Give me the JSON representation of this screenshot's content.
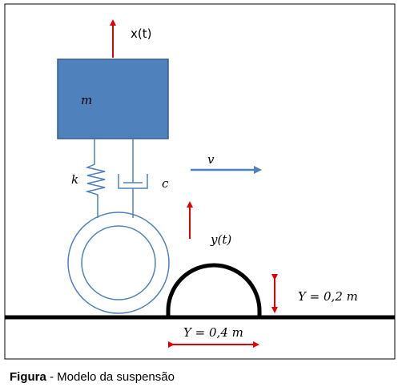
{
  "labels": {
    "x": "x(t)",
    "mass": "m",
    "k": "k",
    "c": "c",
    "v": "v",
    "y": "y(t)",
    "height": "Y = 0,2 m",
    "width": "Y = 0,4 m"
  },
  "caption": {
    "bold": "Figura",
    "text": " - Modelo da suspensão"
  },
  "colors": {
    "mass_fill": "#4f81bd",
    "mass_stroke": "#385d8a",
    "spring": "#4f81bd",
    "arrow_red": "#e00000",
    "arrow_blue": "#4f81bd",
    "ground": "#000000"
  }
}
